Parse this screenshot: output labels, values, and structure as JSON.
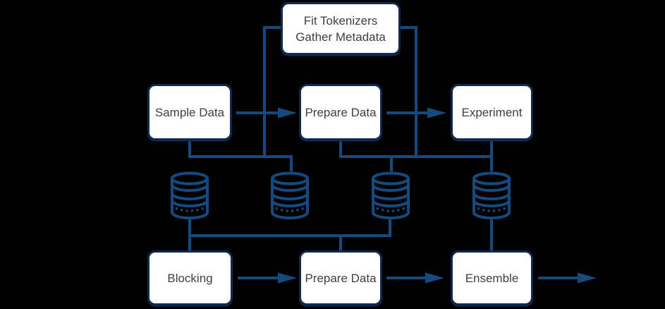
{
  "diagram": {
    "type": "flowchart",
    "background": "#000000",
    "colors": {
      "box_fill": "#ffffff",
      "box_border": "#0d2b52",
      "connector": "#154a7f",
      "text": "#3f3f3f"
    },
    "nodes": {
      "fit_tokenizers": {
        "line1": "Fit Tokenizers",
        "line2": "Gather Metadata"
      },
      "sample_data": {
        "label": "Sample Data"
      },
      "prepare_data_top": {
        "label": "Prepare Data"
      },
      "experiment": {
        "label": "Experiment"
      },
      "blocking": {
        "label": "Blocking"
      },
      "prepare_data_bottom": {
        "label": "Prepare Data"
      },
      "ensemble": {
        "label": "Ensemble"
      }
    },
    "data_stores": {
      "count": 4,
      "icon": "database-cylinder"
    },
    "edges": [
      {
        "from": "fit_tokenizers",
        "to": "data_store_2",
        "arrow": false
      },
      {
        "from": "fit_tokenizers",
        "to": "data_store_3",
        "arrow": false
      },
      {
        "from": "sample_data",
        "to": "prepare_data_top",
        "arrow": true
      },
      {
        "from": "prepare_data_top",
        "to": "experiment",
        "arrow": true
      },
      {
        "from": "sample_data",
        "to": "data_store_2",
        "arrow": false
      },
      {
        "from": "prepare_data_top",
        "to": "data_store_3",
        "arrow": false
      },
      {
        "from": "experiment",
        "to": "data_store_4",
        "arrow": false
      },
      {
        "from": "data_store_1",
        "to": "blocking",
        "arrow": false
      },
      {
        "from": "data_store_3",
        "to": "blocking",
        "arrow": false
      },
      {
        "from": "data_store_3",
        "to": "prepare_data_bottom",
        "arrow": false
      },
      {
        "from": "data_store_4",
        "to": "ensemble",
        "arrow": false
      },
      {
        "from": "blocking",
        "to": "prepare_data_bottom",
        "arrow": true
      },
      {
        "from": "prepare_data_bottom",
        "to": "ensemble",
        "arrow": true
      },
      {
        "from": "ensemble",
        "to": "output",
        "arrow": true
      }
    ]
  }
}
